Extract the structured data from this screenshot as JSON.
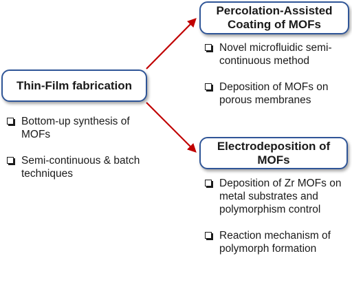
{
  "nodes": {
    "main": {
      "label": "Thin-Film fabrication"
    },
    "percolation": {
      "label_line1": "Percolation-Assisted",
      "label_line2": "Coating of MOFs"
    },
    "electrodeposition": {
      "label_line1": "Electrodeposition of",
      "label_line2": "MOFs"
    }
  },
  "lists": {
    "main": [
      "Bottom-up synthesis of MOFs",
      "Semi-continuous & batch techniques"
    ],
    "percolation": [
      "Novel microfluidic semi-continuous method",
      "Deposition of MOFs on porous membranes"
    ],
    "electrodeposition": [
      "Deposition of Zr MOFs on metal substrates and polymorphism control",
      "Reaction mechanism of polymorph formation"
    ]
  },
  "colors": {
    "node_border": "#2f5597",
    "arrow": "#c00000",
    "text": "#1a1a1a"
  },
  "icons": {
    "bullet": "checkbox-bullet-icon",
    "arrow": "arrow-icon"
  }
}
